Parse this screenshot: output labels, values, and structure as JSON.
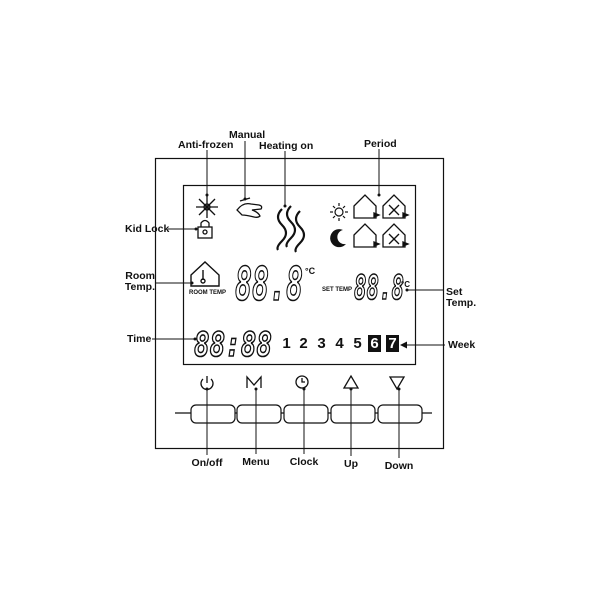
{
  "callouts": {
    "anti_frozen": "Anti-frozen",
    "manual": "Manual",
    "heating_on": "Heating on",
    "period": "Period",
    "kid_lock": "Kid Lock",
    "room_temp_1": "Room",
    "room_temp_2": "Temp.",
    "set_temp_1": "Set",
    "set_temp_2": "Temp.",
    "time": "Time",
    "week": "Week",
    "on_off": "On/off",
    "menu": "Menu",
    "clock": "Clock",
    "up": "Up",
    "down": "Down"
  },
  "display": {
    "room_temp_tag": "ROOM TEMP",
    "set_temp_tag": "SET TEMP",
    "room_digits": "88.8",
    "set_digits": "88.8",
    "time_digits": "88:88",
    "unit": "°C",
    "weekdays": [
      "1",
      "2",
      "3",
      "4",
      "5",
      "6",
      "7"
    ],
    "highlighted_days": [
      "6",
      "7"
    ]
  },
  "buttons": {
    "power_symbol": "⏻",
    "menu_symbol": "M",
    "clock_symbol": "clock-icon",
    "up_symbol": "up-triangle-icon",
    "down_symbol": "down-triangle-icon"
  }
}
